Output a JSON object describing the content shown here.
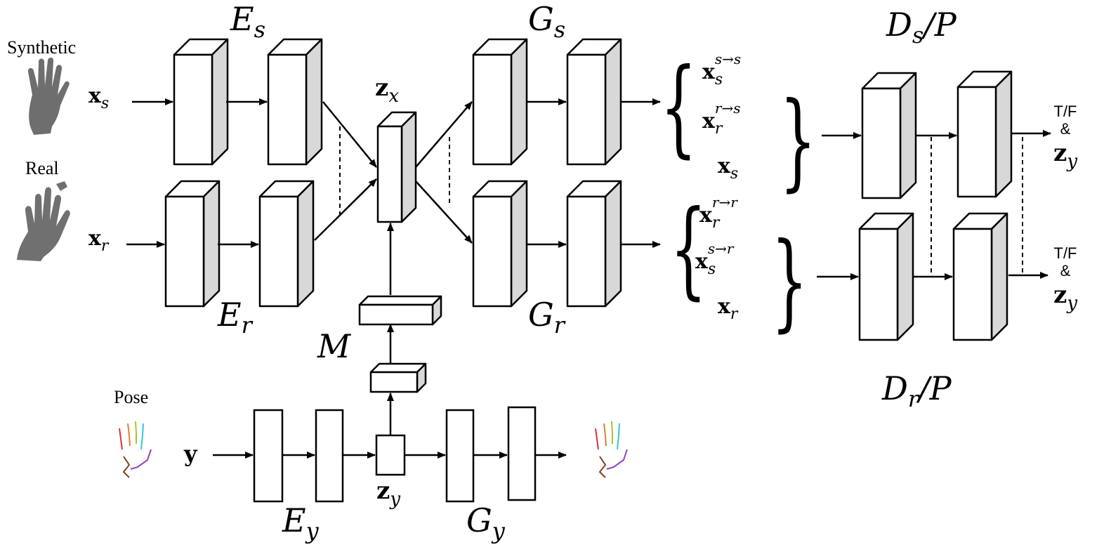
{
  "inputs": {
    "synthetic_label": "Synthetic",
    "real_label": "Real",
    "pose_label": "Pose"
  },
  "labels": {
    "E_s_main": "E",
    "E_s_sub": "s",
    "E_r_main": "E",
    "E_r_sub": "r",
    "E_y_main": "E",
    "E_y_sub": "y",
    "G_s_main": "G",
    "G_s_sub": "s",
    "G_r_main": "G",
    "G_r_sub": "r",
    "G_y_main": "G",
    "G_y_sub": "y",
    "M": "M",
    "D_s_P": "D_s/P",
    "D_s_main": "D",
    "D_s_sub": "s",
    "D_s_tail": "/P",
    "D_r_main": "D",
    "D_r_sub": "r",
    "D_r_tail": "/P",
    "z_x_main": "z",
    "z_x_sub": "x",
    "z_y_main": "z",
    "z_y_sub": "y"
  },
  "vectors": {
    "x_s_main": "x",
    "x_s_sub": "s",
    "x_r_main": "x",
    "x_r_sub": "r",
    "y": "y",
    "top_group": [
      {
        "main": "x",
        "sub": "s",
        "sup": "s→s"
      },
      {
        "main": "x",
        "sub": "r",
        "sup": "r→s"
      },
      {
        "main": "x",
        "sub": "s",
        "sup": ""
      }
    ],
    "bottom_group": [
      {
        "main": "x",
        "sub": "r",
        "sup": "r→r"
      },
      {
        "main": "x",
        "sub": "s",
        "sup": "s→r"
      },
      {
        "main": "x",
        "sub": "r",
        "sup": ""
      }
    ]
  },
  "outputs": {
    "top": {
      "line1": "T/F",
      "line2": "&",
      "z_main": "z",
      "z_sub": "y"
    },
    "bottom": {
      "line1": "T/F",
      "line2": "&",
      "z_main": "z",
      "z_sub": "y"
    }
  },
  "colors": {
    "box_face": "#ffffff",
    "box_side": "#d8d8d8",
    "stroke": "#000000",
    "hand": "#6e6e6e"
  }
}
